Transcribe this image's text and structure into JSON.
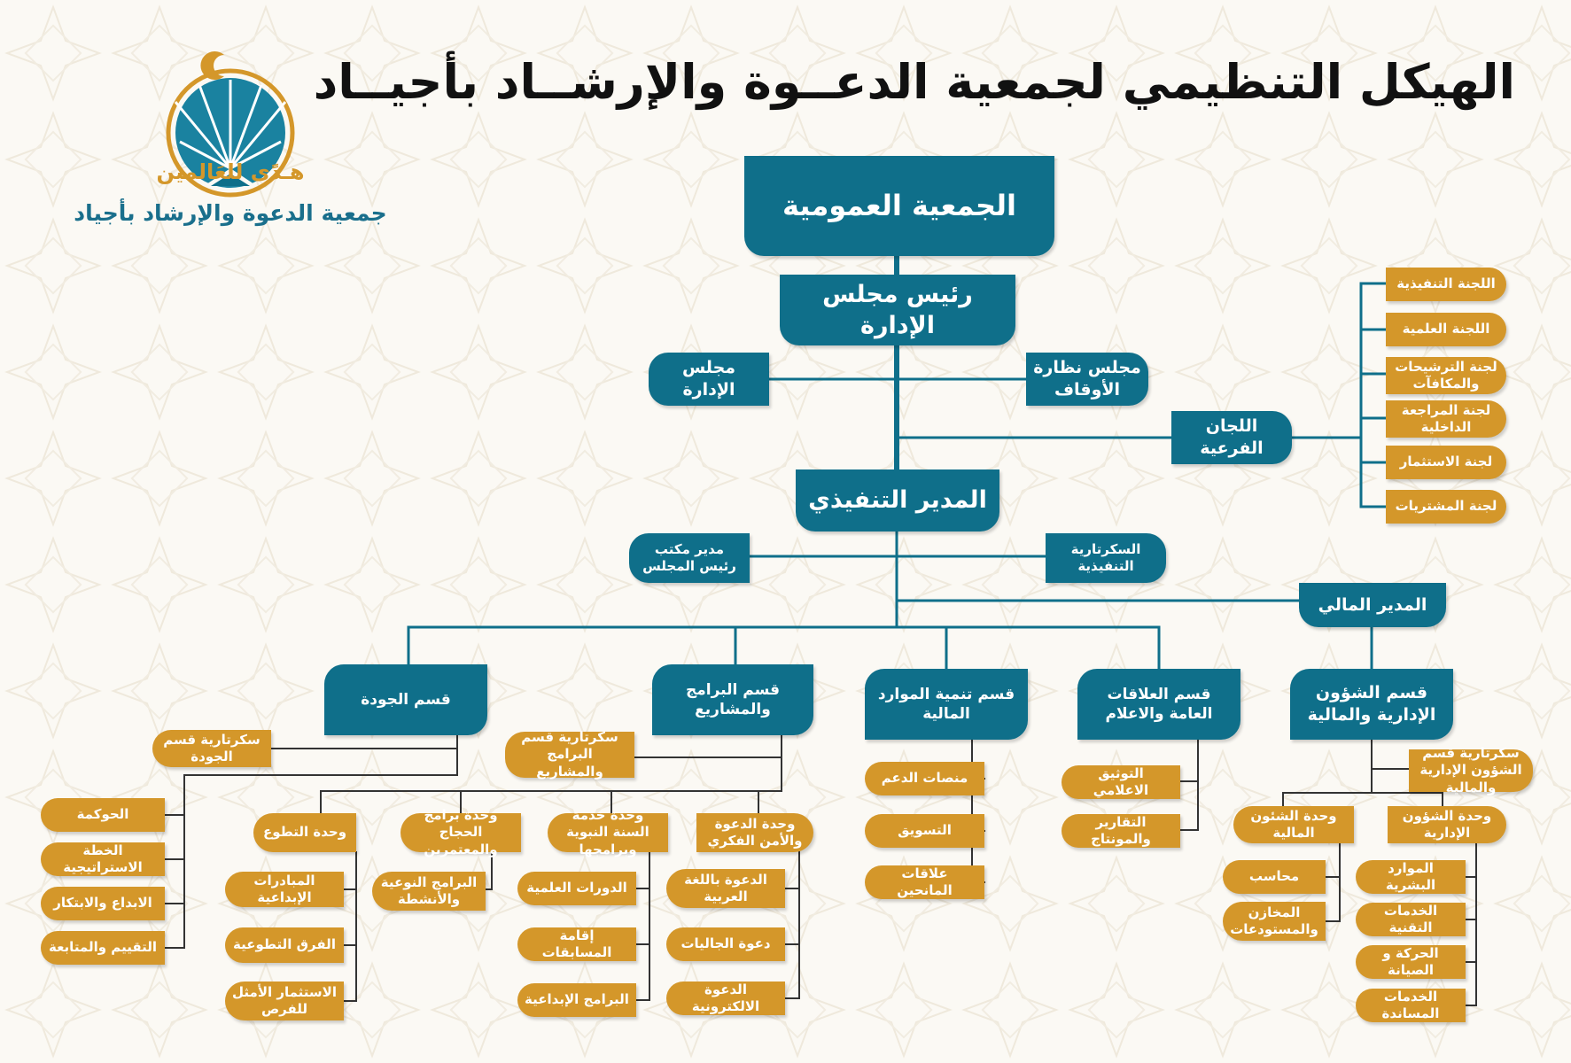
{
  "page": {
    "title": "الهيكل التنظيمي لجمعية الدعــوة والإرشــاد بأجيــاد",
    "logo_tagline": "هـدًى للعَالمين",
    "logo_org_name": "جمعية الدعوة والإرشاد بأجياد"
  },
  "colors": {
    "primary": "#0f6f8a",
    "secondary": "#d4972a",
    "background": "#fbf9f4",
    "title": "#111111"
  },
  "nodes": {
    "general_assembly": "الجمعية العمومية",
    "board_chairman": "رئيس مجلس الإدارة",
    "board": "مجلس الإدارة",
    "waqf_council": "مجلس نظارة الأوقاف",
    "sub_committees": "اللجان الفرعية",
    "executive_director": "المدير التنفيذي",
    "chairman_office_manager": "مدير مكتب رئيس المجلس",
    "executive_secretary": "السكرتارية التنفيذية",
    "financial_manager": "المدير المالي",
    "quality_dept": "قسم الجودة",
    "programs_dept": "قسم البرامج والمشاريع",
    "resources_dept": "قسم تنمية الموارد المالية",
    "pr_dept": "قسم العلاقات العامة والاعلام",
    "admin_fin_dept": "قسم الشؤون الإدارية والمالية",
    "quality_secretary": "سكرتارية قسم الجودة",
    "programs_secretary": "سكرتارية قسم البرامج والمشاريع",
    "admin_fin_secretary": "سكرتارية قسم الشؤون الإدارية والمالية",
    "volunteer_unit": "وحدة التطوع",
    "pilgrims_unit": "وحدة برامج الحجاج والمعتمرين",
    "sunnah_unit": "وحدة خدمة السنة النبوية وبرامجها",
    "dawah_unit": "وحدة الدعوة والأمن الفكري",
    "finance_unit": "وحدة الشئون المالية",
    "admin_unit": "وحدة الشؤون الإدارية",
    "special_programs": "البرامج النوعية والأنشطة"
  },
  "committees": [
    "اللجنة التنفيذية",
    "اللجنة العلمية",
    "لجنة الترشيحات والمكافآت",
    "لجنة المراجعة الداخلية",
    "لجنة الاستثمار",
    "لجنة المشتريات"
  ],
  "quality_items": [
    "الحوكمة",
    "الخطة الاستراتيجية",
    "الابداع والابتكار",
    "التقييم والمتابعة"
  ],
  "volunteer_items": [
    "المبادرات الإبداعية",
    "الفرق التطوعية",
    "الاستثمار الأمثل للفرص"
  ],
  "sunnah_items": [
    "الدورات العلمية",
    "إقامة المسابقات",
    "البرامج الإبداعية"
  ],
  "dawah_items": [
    "الدعوة باللغة العربية",
    "دعوة الجاليات",
    "الدعوة الالكترونية"
  ],
  "resources_items": [
    "منصات الدعم",
    "التسويق",
    "علاقات المانحين"
  ],
  "pr_items": [
    "التوثيق الاعلامي",
    "التقارير والمونتاج"
  ],
  "finance_items": [
    "محاسب",
    "المخازن والمستودعات"
  ],
  "admin_items": [
    "الموارد البشرية",
    "الخدمات التقنية",
    "الحركة و الصيانة",
    "الخدمات المساندة"
  ]
}
